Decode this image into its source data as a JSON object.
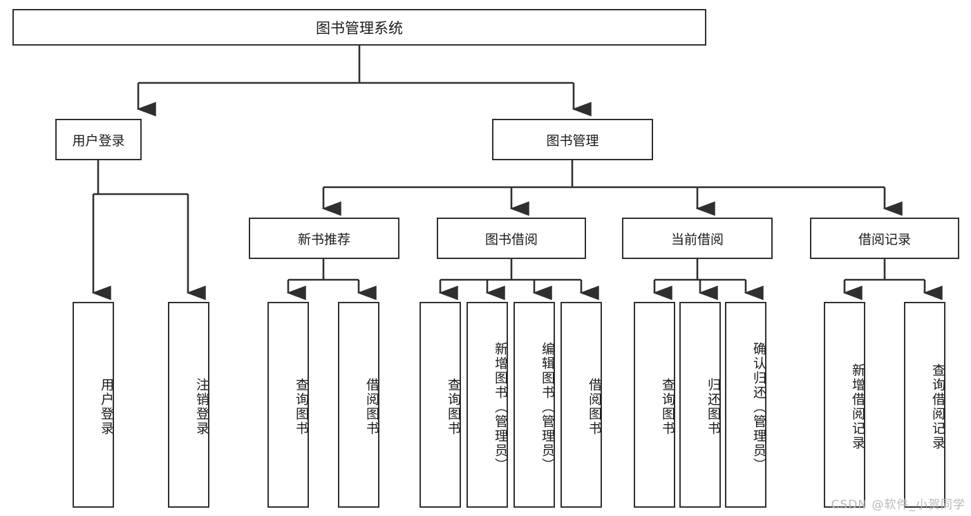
{
  "diagram": {
    "type": "tree-hierarchy",
    "title": "图书管理系统",
    "root": {
      "id": "root",
      "label": "图书管理系统"
    },
    "level2": [
      {
        "id": "user-login",
        "label": "用户登录"
      },
      {
        "id": "book-manage",
        "label": "图书管理"
      }
    ],
    "level3": [
      {
        "id": "new-book-rec",
        "label": "新书推荐",
        "parent": "book-manage"
      },
      {
        "id": "book-borrow",
        "label": "图书借阅",
        "parent": "book-manage"
      },
      {
        "id": "current-borrow",
        "label": "当前借阅",
        "parent": "book-manage"
      },
      {
        "id": "borrow-record",
        "label": "借阅记录",
        "parent": "book-manage"
      }
    ],
    "leaves": [
      {
        "id": "leaf-1",
        "label": "用户登录",
        "parent": "user-login"
      },
      {
        "id": "leaf-2",
        "label": "注销登录",
        "parent": "user-login"
      },
      {
        "id": "leaf-3",
        "label": "查询图书",
        "parent": "new-book-rec"
      },
      {
        "id": "leaf-4",
        "label": "借阅图书",
        "parent": "new-book-rec"
      },
      {
        "id": "leaf-5",
        "label": "查询图书",
        "parent": "book-borrow"
      },
      {
        "id": "leaf-6",
        "label": "新增图书（管理员）",
        "parent": "book-borrow"
      },
      {
        "id": "leaf-7",
        "label": "编辑图书（管理员）",
        "parent": "book-borrow"
      },
      {
        "id": "leaf-8",
        "label": "借阅图书",
        "parent": "book-borrow"
      },
      {
        "id": "leaf-9",
        "label": "查询图书",
        "parent": "current-borrow"
      },
      {
        "id": "leaf-10",
        "label": "归还图书",
        "parent": "current-borrow"
      },
      {
        "id": "leaf-11",
        "label": "确认归还（管理员）",
        "parent": "current-borrow"
      },
      {
        "id": "leaf-12",
        "label": "新增借阅记录",
        "parent": "borrow-record"
      },
      {
        "id": "leaf-13",
        "label": "查询借阅记录",
        "parent": "borrow-record"
      }
    ],
    "colors": {
      "box_border": "#2f2f2f",
      "box_fill": "#ffffff",
      "connector": "#2f2f2f",
      "text": "#1a1a1a",
      "watermark": "#b9b9b9"
    }
  },
  "watermark": {
    "text": "CSDN @软件_小贺同学"
  }
}
